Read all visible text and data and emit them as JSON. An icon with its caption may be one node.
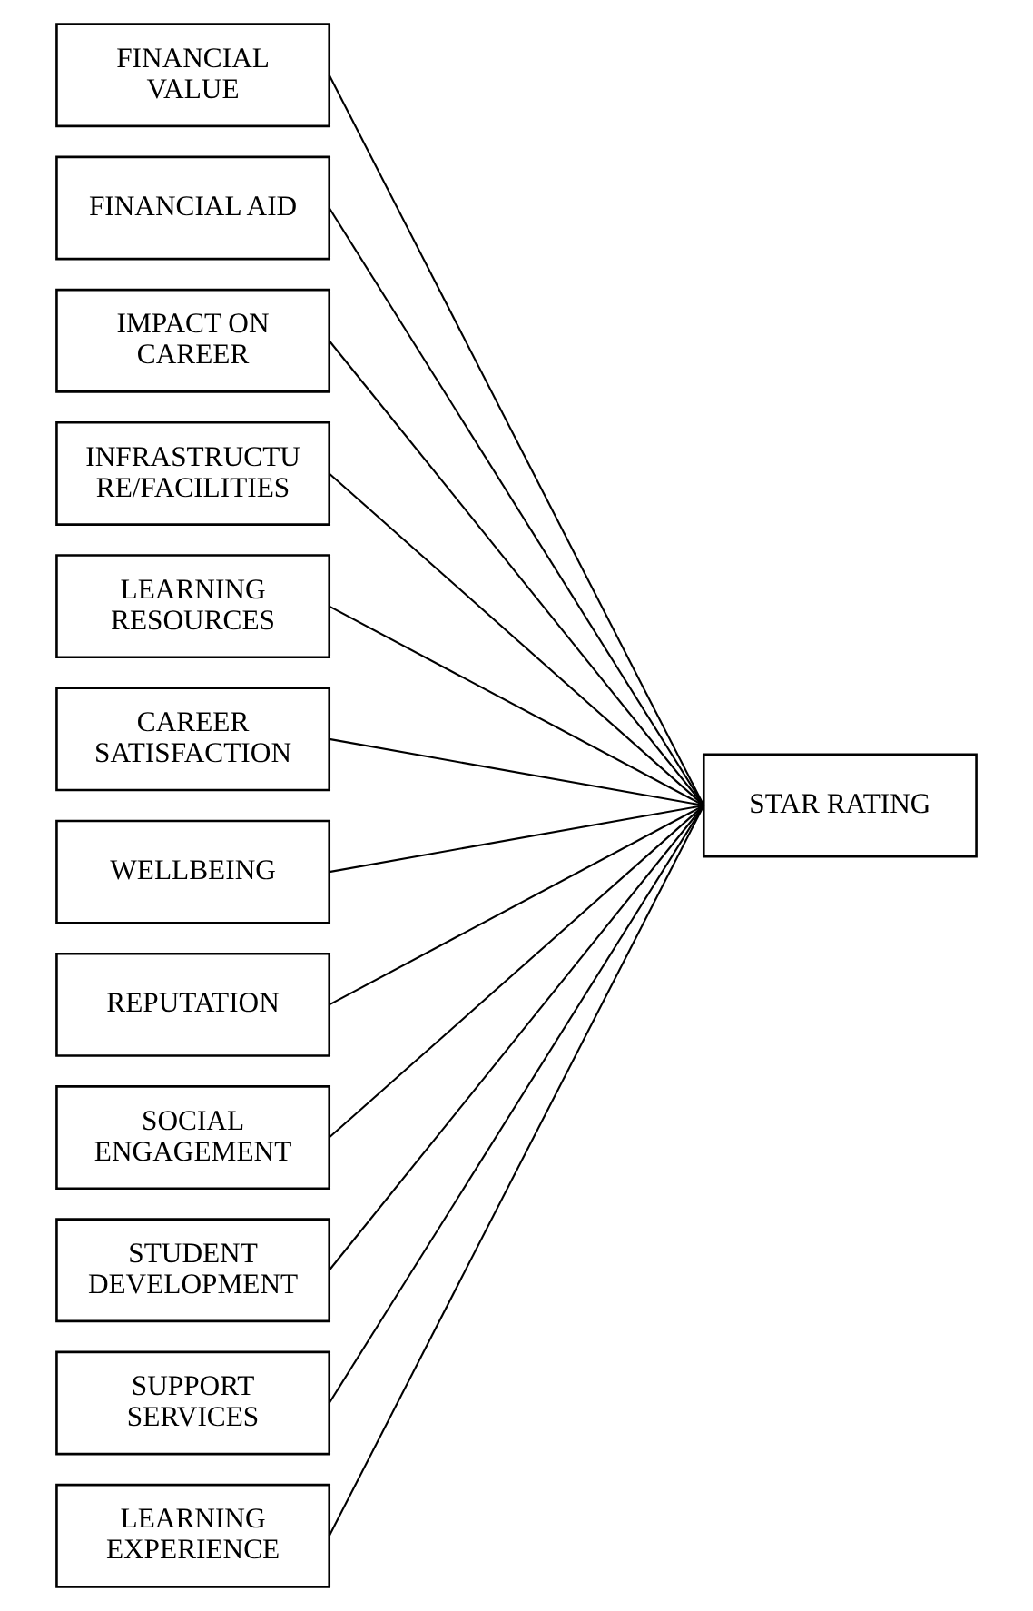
{
  "diagram": {
    "nodes": [
      {
        "text": [
          "FINANCIAL VALUE"
        ]
      },
      {
        "text": [
          "FINANCIAL AID"
        ]
      },
      {
        "text": [
          "IMPACT ON CAREER"
        ]
      },
      {
        "text": [
          "INFRASTRUCTU RE/FACILITIES"
        ]
      },
      {
        "text": [
          "LEARNING RESOURCES"
        ]
      },
      {
        "text": [
          "CAREER SATISFACTION"
        ]
      },
      {
        "text": [
          "WELLBEING"
        ]
      },
      {
        "text": [
          "REPUTATION"
        ]
      },
      {
        "text": [
          "SOCIAL ENGAGEMENT"
        ]
      },
      {
        "text": [
          "STUDENT DEVELOPMENT"
        ]
      },
      {
        "text": [
          "SUPPORT SERVICES"
        ]
      },
      {
        "text": [
          "LEARNING EXPERIENCE"
        ]
      },
      {
        "text": [
          "STAR RATING"
        ]
      }
    ],
    "edges": [
      {
        "from": 0,
        "to": 12,
        "arrow": "none"
      },
      {
        "from": 1,
        "to": 12,
        "arrow": "none"
      },
      {
        "from": 2,
        "to": 12,
        "arrow": "none"
      },
      {
        "from": 3,
        "to": 12,
        "arrow": "none"
      },
      {
        "from": 4,
        "to": 12,
        "arrow": "none"
      },
      {
        "from": 5,
        "to": 12,
        "arrow": "none"
      },
      {
        "from": 6,
        "to": 12,
        "arrow": "none"
      },
      {
        "from": 7,
        "to": 12,
        "arrow": "none"
      },
      {
        "from": 8,
        "to": 12,
        "arrow": "none"
      },
      {
        "from": 9,
        "to": 12,
        "arrow": "none"
      },
      {
        "from": 10,
        "to": 12,
        "arrow": "none"
      },
      {
        "from": 11,
        "to": 12,
        "arrow": "none"
      }
    ]
  }
}
